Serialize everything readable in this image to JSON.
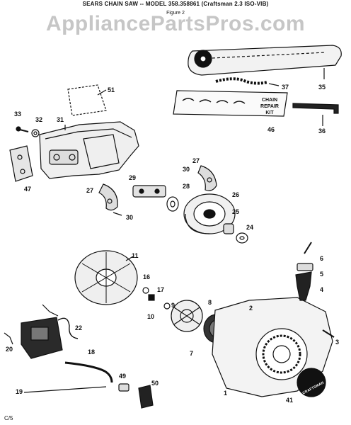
{
  "title": "SEARS CHAIN SAW -- MODEL 358.358861 (Craftsman 2.3 ISO-VIB)",
  "figure_label": "Figure 2",
  "watermark": "AppliancePartsPros.com",
  "kit_label": "CHAIN REPAIR KIT",
  "brand_text": "CRAFTSMAN",
  "corner_label": "C/5",
  "parts": [
    {
      "key": "p1",
      "number": "1"
    },
    {
      "key": "p2",
      "number": "2"
    },
    {
      "key": "p3",
      "number": "3"
    },
    {
      "key": "p4",
      "number": "4"
    },
    {
      "key": "p5",
      "number": "5"
    },
    {
      "key": "p6",
      "number": "6"
    },
    {
      "key": "p7",
      "number": "7"
    },
    {
      "key": "p8",
      "number": "8"
    },
    {
      "key": "p9",
      "number": "9"
    },
    {
      "key": "p10",
      "number": "10"
    },
    {
      "key": "p11",
      "number": "11"
    },
    {
      "key": "p16",
      "number": "16"
    },
    {
      "key": "p17",
      "number": "17"
    },
    {
      "key": "p18",
      "number": "18"
    },
    {
      "key": "p19",
      "number": "19"
    },
    {
      "key": "p20",
      "number": "20"
    },
    {
      "key": "p22",
      "number": "22"
    },
    {
      "key": "p24",
      "number": "24"
    },
    {
      "key": "p25",
      "number": "25"
    },
    {
      "key": "p26",
      "number": "26"
    },
    {
      "key": "p27a",
      "number": "27"
    },
    {
      "key": "p27b",
      "number": "27"
    },
    {
      "key": "p28",
      "number": "28"
    },
    {
      "key": "p29",
      "number": "29"
    },
    {
      "key": "p30a",
      "number": "30"
    },
    {
      "key": "p30b",
      "number": "30"
    },
    {
      "key": "p31",
      "number": "31"
    },
    {
      "key": "p32",
      "number": "32"
    },
    {
      "key": "p33",
      "number": "33"
    },
    {
      "key": "p35",
      "number": "35"
    },
    {
      "key": "p36",
      "number": "36"
    },
    {
      "key": "p37",
      "number": "37"
    },
    {
      "key": "p41",
      "number": "41"
    },
    {
      "key": "p46",
      "number": "46"
    },
    {
      "key": "p47",
      "number": "47"
    },
    {
      "key": "p49",
      "number": "49"
    },
    {
      "key": "p50",
      "number": "50"
    },
    {
      "key": "p51",
      "number": "51"
    }
  ]
}
